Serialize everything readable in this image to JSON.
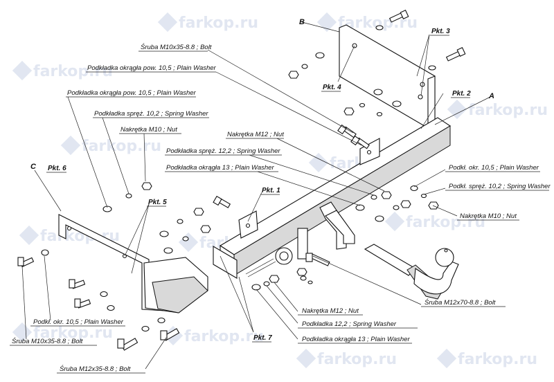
{
  "watermark": "farkop.ru",
  "parts": {
    "A": "A",
    "B": "B",
    "C": "C"
  },
  "points": {
    "pkt1": "Pkt. 1",
    "pkt2": "Pkt. 2",
    "pkt3": "Pkt. 3",
    "pkt4": "Pkt. 4",
    "pkt5": "Pkt. 5",
    "pkt6": "Pkt. 6",
    "pkt7": "Pkt. 7"
  },
  "labels": {
    "bolt_m10_top": "Śruba M10x35-8.8   ;  Bolt",
    "washer_105_top": "Podkładka okrągła pow. 10,5 ; Plain Washer",
    "washer_105_left": "Podkładka okrągła pow. 10,5 ; Plain Washer",
    "spring_102_left": "Podkładka spręż. 10,2 ; Spring Washer",
    "nut_m10_left": "Nakrętka  M10 ; Nut",
    "nut_m12_top": "Nakrętka  M12 ; Nut",
    "spring_122_top": "Podkładka spręż. 12,2 ; Spring Washer",
    "washer_13_top": "Podkładka okrągła 13 ; Plain Washer",
    "washer_105_right": "Podkł. okr. 10,5 ; Plain Washer",
    "spring_102_right": "Podkł. spręż. 10,2 ; Spring Washer",
    "nut_m10_right": "Nakrętka  M10 ; Nut",
    "bolt_m12x70": "Śruba M12x70-8.8   ;  Bolt",
    "nut_m12_bottom": "Nakrętka  M12 ; Nut",
    "spring_122_bottom": "Podkładka  12,2 ; Spring Washer",
    "washer_13_bottom": "Podkładka okrągła 13 ; Plain Washer",
    "washer_105_bottom_left": "Podkł. okr. 10,5 ; Plain Washer",
    "bolt_m10_bottom_left": "Śruba M10x35-8.8   ;  Bolt",
    "bolt_m12x35": "Śruba M12x35-8.8   ;  Bolt"
  }
}
